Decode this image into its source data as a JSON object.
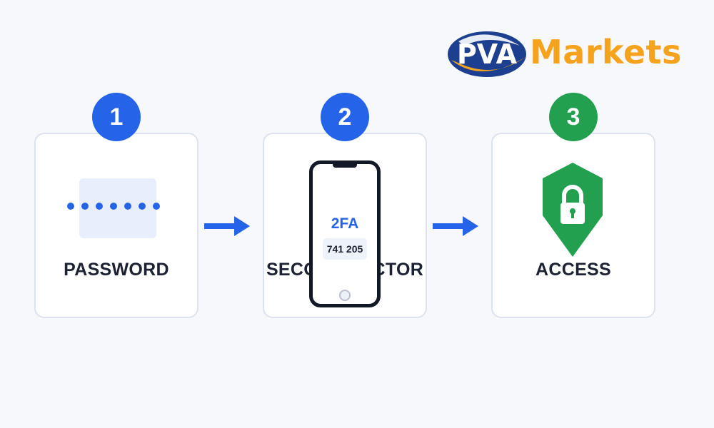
{
  "logo": {
    "mark_text": "PVA",
    "word": "Markets",
    "colors": {
      "navy": "#1d3f8f",
      "orange": "#f5a21c"
    }
  },
  "steps": [
    {
      "number": "1",
      "label": "PASSWORD",
      "badge_color": "#2563e8",
      "icon": "password-field-icon"
    },
    {
      "number": "2",
      "label": "SECOND FACTOR",
      "badge_color": "#2563e8",
      "icon": "smartphone-icon",
      "phone": {
        "title": "2FA",
        "code": "741 205"
      }
    },
    {
      "number": "3",
      "label": "ACCESS",
      "badge_color": "#23a04f",
      "icon": "shield-lock-icon"
    }
  ],
  "arrows": [
    "arrow-right-icon",
    "arrow-right-icon"
  ],
  "colors": {
    "blue": "#2563e8",
    "green": "#23a04f",
    "text": "#1c2233",
    "card_border": "#dde3ee",
    "background": "#f6f8fc"
  }
}
